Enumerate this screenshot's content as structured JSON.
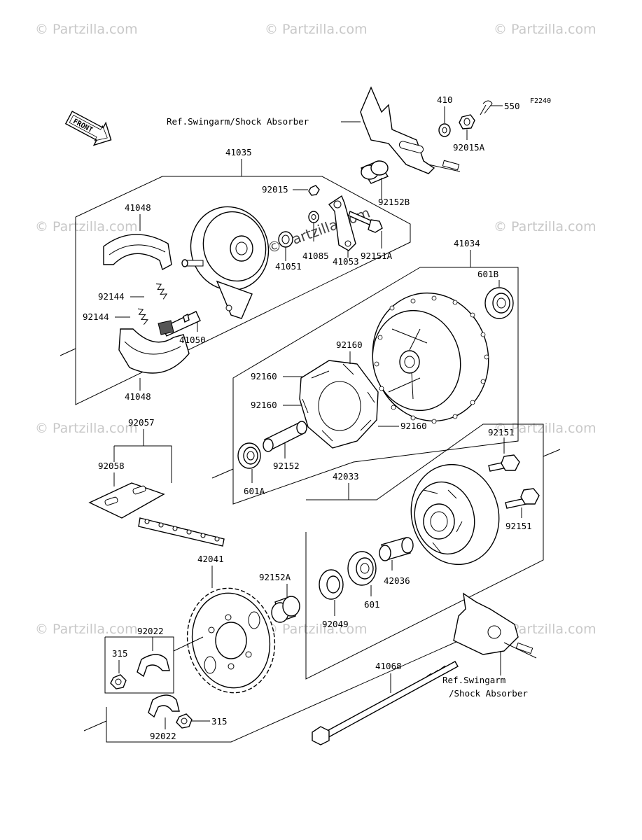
{
  "watermark": {
    "text": "© Partzilla.com",
    "center_text": "© Partzilla.com"
  },
  "figure_code": "F2240",
  "front_label": "FRONT",
  "refs": {
    "top": "Ref.Swingarm/Shock Absorber",
    "bottom_line1": "Ref.Swingarm",
    "bottom_line2": "/Shock Absorber"
  },
  "parts": {
    "p410": "410",
    "p550": "550",
    "p92015A": "92015A",
    "p41035": "41035",
    "p92015": "92015",
    "p92152B": "92152B",
    "p41048_top": "41048",
    "p41051": "41051",
    "p41085": "41085",
    "p92151A": "92151A",
    "p41053": "41053",
    "p41034": "41034",
    "p601B": "601B",
    "p92144_a": "92144",
    "p92144_b": "92144",
    "p41050": "41050",
    "p92160_top": "92160",
    "p92160_left1": "92160",
    "p92160_left2": "92160",
    "p92160_right": "92160",
    "p41048_bottom": "41048",
    "p92057": "92057",
    "p92151_top": "92151",
    "p92058": "92058",
    "p92152": "92152",
    "p42033": "42033",
    "p601A": "601A",
    "p92151_right": "92151",
    "p42041": "42041",
    "p92152A": "92152A",
    "p42036": "42036",
    "p601": "601",
    "p92049": "92049",
    "p92022_top": "92022",
    "p315_left": "315",
    "p41068": "41068",
    "p315_bottom": "315",
    "p92022_bottom": "92022"
  }
}
